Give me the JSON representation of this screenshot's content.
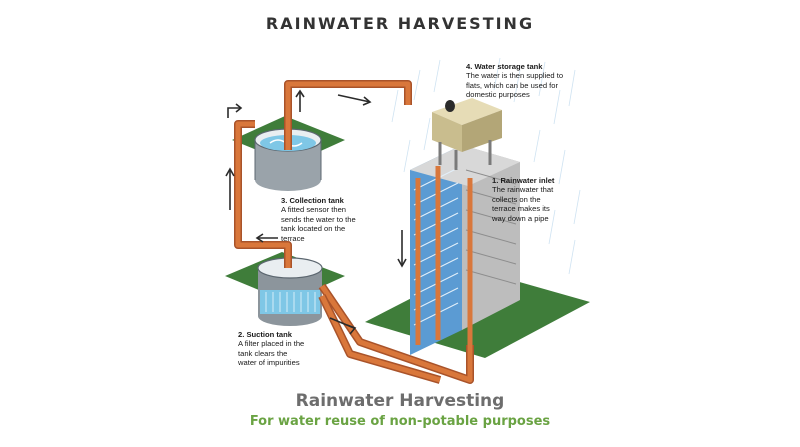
{
  "colors": {
    "pipe": "#d9773b",
    "pipe_dark": "#a9532a",
    "grass": "#3f7d3a",
    "water": "#7fc7e6",
    "building_face": "#5b9bd3",
    "building_side": "#bdbdbd",
    "accent_green": "#6aa343"
  },
  "header": {
    "title": "RAINWATER HARVESTING"
  },
  "steps": [
    {
      "title": "1. Rainwater inlet",
      "lines": [
        "The rainwater that",
        "collects on the",
        "terrace makes its",
        "way down a pipe"
      ]
    },
    {
      "title": "2. Suction tank",
      "lines": [
        "A filter placed in the",
        "tank clears the",
        "water of impurities"
      ]
    },
    {
      "title": "3. Collection tank",
      "lines": [
        "A fitted sensor then",
        "sends the water to the",
        "tank located on the",
        "terrace"
      ]
    },
    {
      "title": "4. Water storage tank",
      "lines": [
        "The water is then supplied to",
        "flats, which can be used for",
        "domestic purposes"
      ]
    }
  ],
  "footer": {
    "title": "Rainwater Harvesting",
    "subtitle": "For water reuse of non-potable purposes"
  }
}
